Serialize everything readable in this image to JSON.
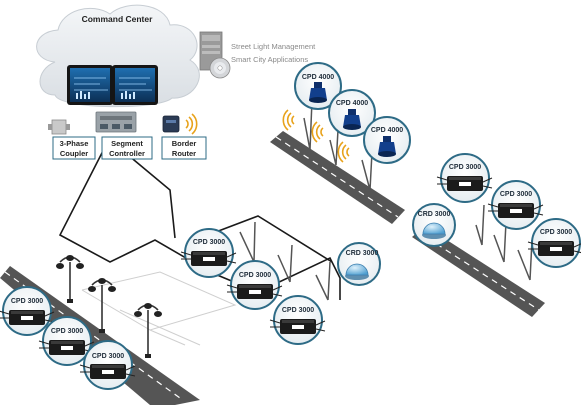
{
  "command_center": {
    "title": "Command Center"
  },
  "software_box": {
    "line1": "Street Light Management",
    "line2": "Smart City Applications"
  },
  "devices": {
    "coupler": {
      "line1": "3-Phase",
      "line2": "Coupler"
    },
    "segment_controller": {
      "line1": "Segment",
      "line2": "Controller"
    },
    "border_router": {
      "line1": "Border",
      "line2": "Router"
    }
  },
  "nodes": {
    "cpd4000_a": "CPD 4000",
    "cpd4000_b": "CPD 4000",
    "cpd4000_c": "CPD 4000",
    "cpd3000_left_1": "CPD 3000",
    "cpd3000_left_2": "CPD 3000",
    "cpd3000_left_3": "CPD 3000",
    "cpd3000_mid_1": "CPD 3000",
    "cpd3000_mid_2": "CPD 3000",
    "cpd3000_mid_3": "CPD 3000",
    "crd3000_mid": "CRD 3000",
    "cpd3000_right_1": "CPD 3000",
    "cpd3000_right_2": "CPD 3000",
    "cpd3000_right_3": "CPD 3000",
    "crd3000_right": "CRD 3000"
  },
  "colors": {
    "cable": "#1a1a1a",
    "circle_border": "#2e6b86",
    "road": "#5a5a5a",
    "wifi": "#e8a21a",
    "node_text": "#1f2d3a"
  },
  "icons": {
    "screen": "monitor-icon",
    "disc": "cd-icon",
    "wifi": "wireless-signal-icon",
    "streetlight": "street-light-icon",
    "driver": "led-driver-icon"
  }
}
